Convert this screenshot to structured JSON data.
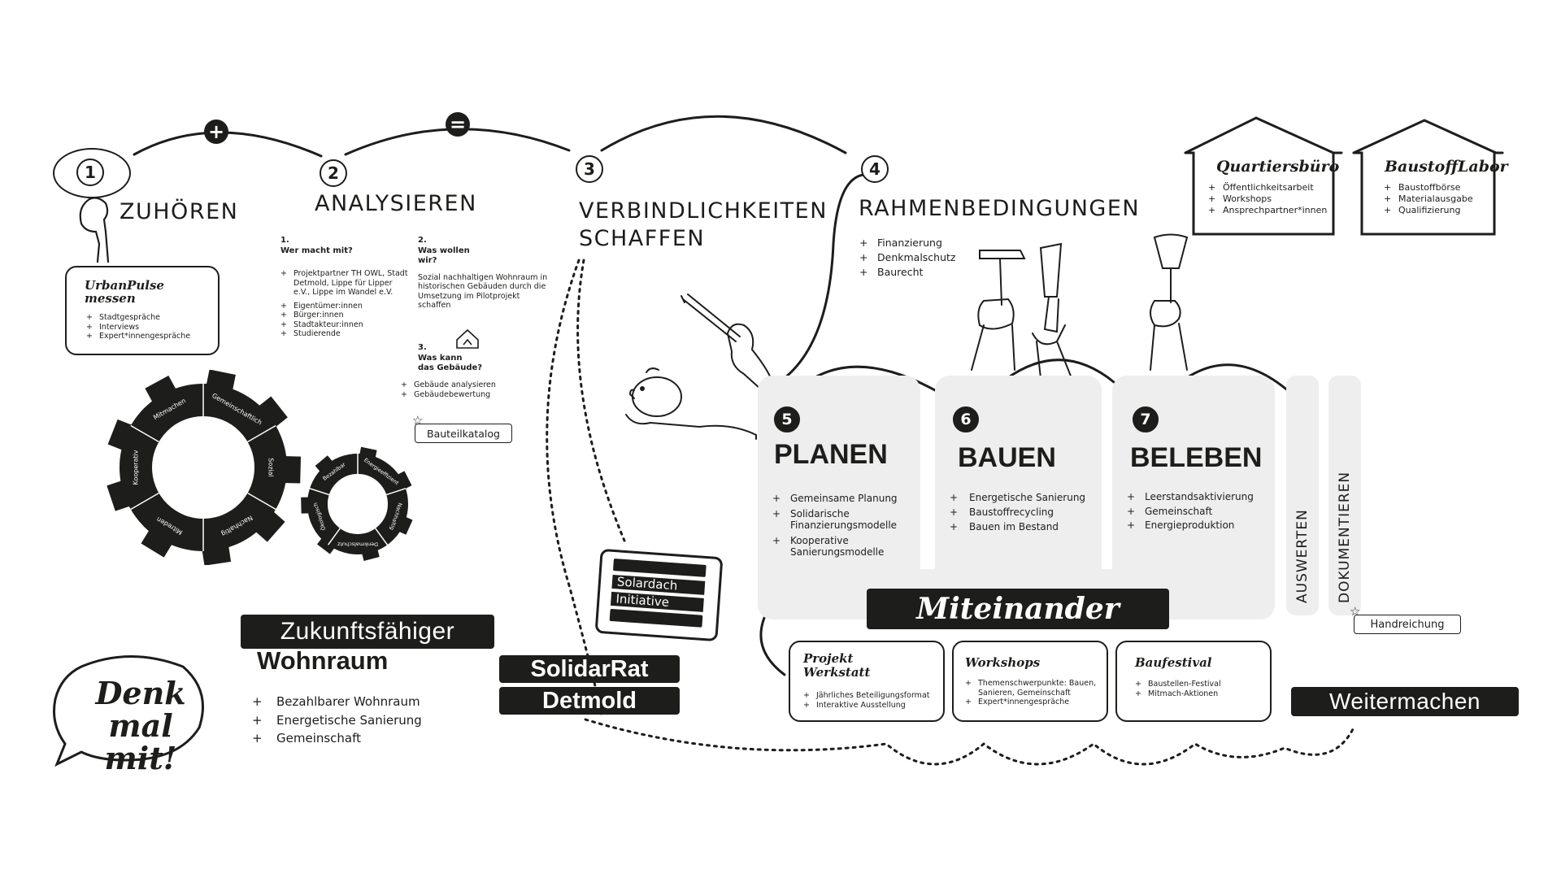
{
  "steps": {
    "s1": {
      "num": "1",
      "title": "ZUHÖREN"
    },
    "s2": {
      "num": "2",
      "title": "ANALYSIEREN"
    },
    "s3": {
      "num": "3",
      "title_line1": "VERBINDLICHKEITEN",
      "title_line2": "SCHAFFEN"
    },
    "s4": {
      "num": "4",
      "title": "RAHMENBEDINGUNGEN"
    },
    "s5": {
      "num": "5",
      "title": "PLANEN"
    },
    "s6": {
      "num": "6",
      "title": "BAUEN"
    },
    "s7": {
      "num": "7",
      "title": "BELEBEN"
    }
  },
  "connectors": {
    "plus": "+",
    "equals": "="
  },
  "urbanpulse": {
    "title_line1": "UrbanPulse",
    "title_line2": "messen",
    "items": [
      "Stadtgespräche",
      "Interviews",
      "Expert*innengespräche"
    ]
  },
  "analyse": {
    "q1_num": "1.",
    "q1_title": "Wer macht mit?",
    "q1_items": [
      "Projektpartner TH OWL, Stadt Detmold, Lippe für Lipper e.V., Lippe im Wandel e.V.",
      "Eigentümer:innen",
      "Bürger:innen",
      "Stadtakteur:innen",
      "Studierende"
    ],
    "q2_num": "2.",
    "q2_title_line1": "Was wollen",
    "q2_title_line2": "wir?",
    "q2_text": "Sozial nachhaltigen Wohnraum in historischen Gebäuden durch die Umsetzung im Pilotprojekt schaffen",
    "q3_num": "3.",
    "q3_title_line1": "Was kann",
    "q3_title_line2": "das Gebäude?",
    "q3_items": [
      "Gebäude analysieren",
      "Gebäudebewertung"
    ],
    "bauteilkatalog": "Bauteilkatalog"
  },
  "gear_big": [
    "Gemeinschaftlich",
    "Sozial",
    "Nachhaltig",
    "Mitreden",
    "Kooperativ",
    "Mitmachen"
  ],
  "gear_small": [
    "Energieeffizient",
    "Nachhaltig",
    "Denkmalschutz",
    "Ökologisch",
    "Bezahlbar"
  ],
  "zukunft": {
    "line1": "Zukunftsfähiger",
    "line2": "Wohnraum",
    "items": [
      "Bezahlbarer Wohnraum",
      "Energetische Sanierung",
      "Gemeinschaft"
    ]
  },
  "denkmal": {
    "line1": "Denk mal",
    "line2": "mit!"
  },
  "solidarrat": {
    "line1": "SolidarRat",
    "line2": "Detmold"
  },
  "solardach": {
    "line1": "Solardach",
    "line2": "Initiative"
  },
  "rahmen": {
    "items": [
      "Finanzierung",
      "Denkmalschutz",
      "Baurecht"
    ]
  },
  "quartiersbuero": {
    "title": "Quartiersbüro",
    "items": [
      "Öffentlichkeitsarbeit",
      "Workshops",
      "Ansprechpartner*innen"
    ]
  },
  "baustofflabor": {
    "title": "BaustoffLabor",
    "items": [
      "Baustoffbörse",
      "Materialausgabe",
      "Qualifizierung"
    ]
  },
  "planen": {
    "items": [
      "Gemeinsame Planung",
      "Solidarische Finanzierungsmodelle",
      "Kooperative Sanierungsmodelle"
    ]
  },
  "bauen": {
    "items": [
      "Energetische Sanierung",
      "Baustoffrecycling",
      "Bauen im Bestand"
    ]
  },
  "beleben": {
    "items": [
      "Leerstandsaktivierung",
      "Gemeinschaft",
      "Energieproduktion"
    ]
  },
  "auswerten": "AUSWERTEN",
  "dokumentieren": "DOKUMENTIEREN",
  "handreichung": "Handreichung",
  "miteinander": "Miteinander",
  "projektwerkstatt": {
    "title_line1": "Projekt",
    "title_line2": "Werkstatt",
    "items": [
      "Jährliches Beteiligungsformat",
      "Interaktive Ausstellung"
    ]
  },
  "workshops": {
    "title": "Workshops",
    "items": [
      "Themenschwerpunkte: Bauen, Sanieren, Gemeinschaft",
      "Expert*innengespräche"
    ]
  },
  "baufestival": {
    "title": "Baufestival",
    "items": [
      "Baustellen-Festival",
      "Mitmach-Aktionen"
    ]
  },
  "weitermachen": "Weitermachen",
  "colors": {
    "ink": "#1d1d1b",
    "panel": "#efeeef",
    "white": "#ffffff"
  }
}
